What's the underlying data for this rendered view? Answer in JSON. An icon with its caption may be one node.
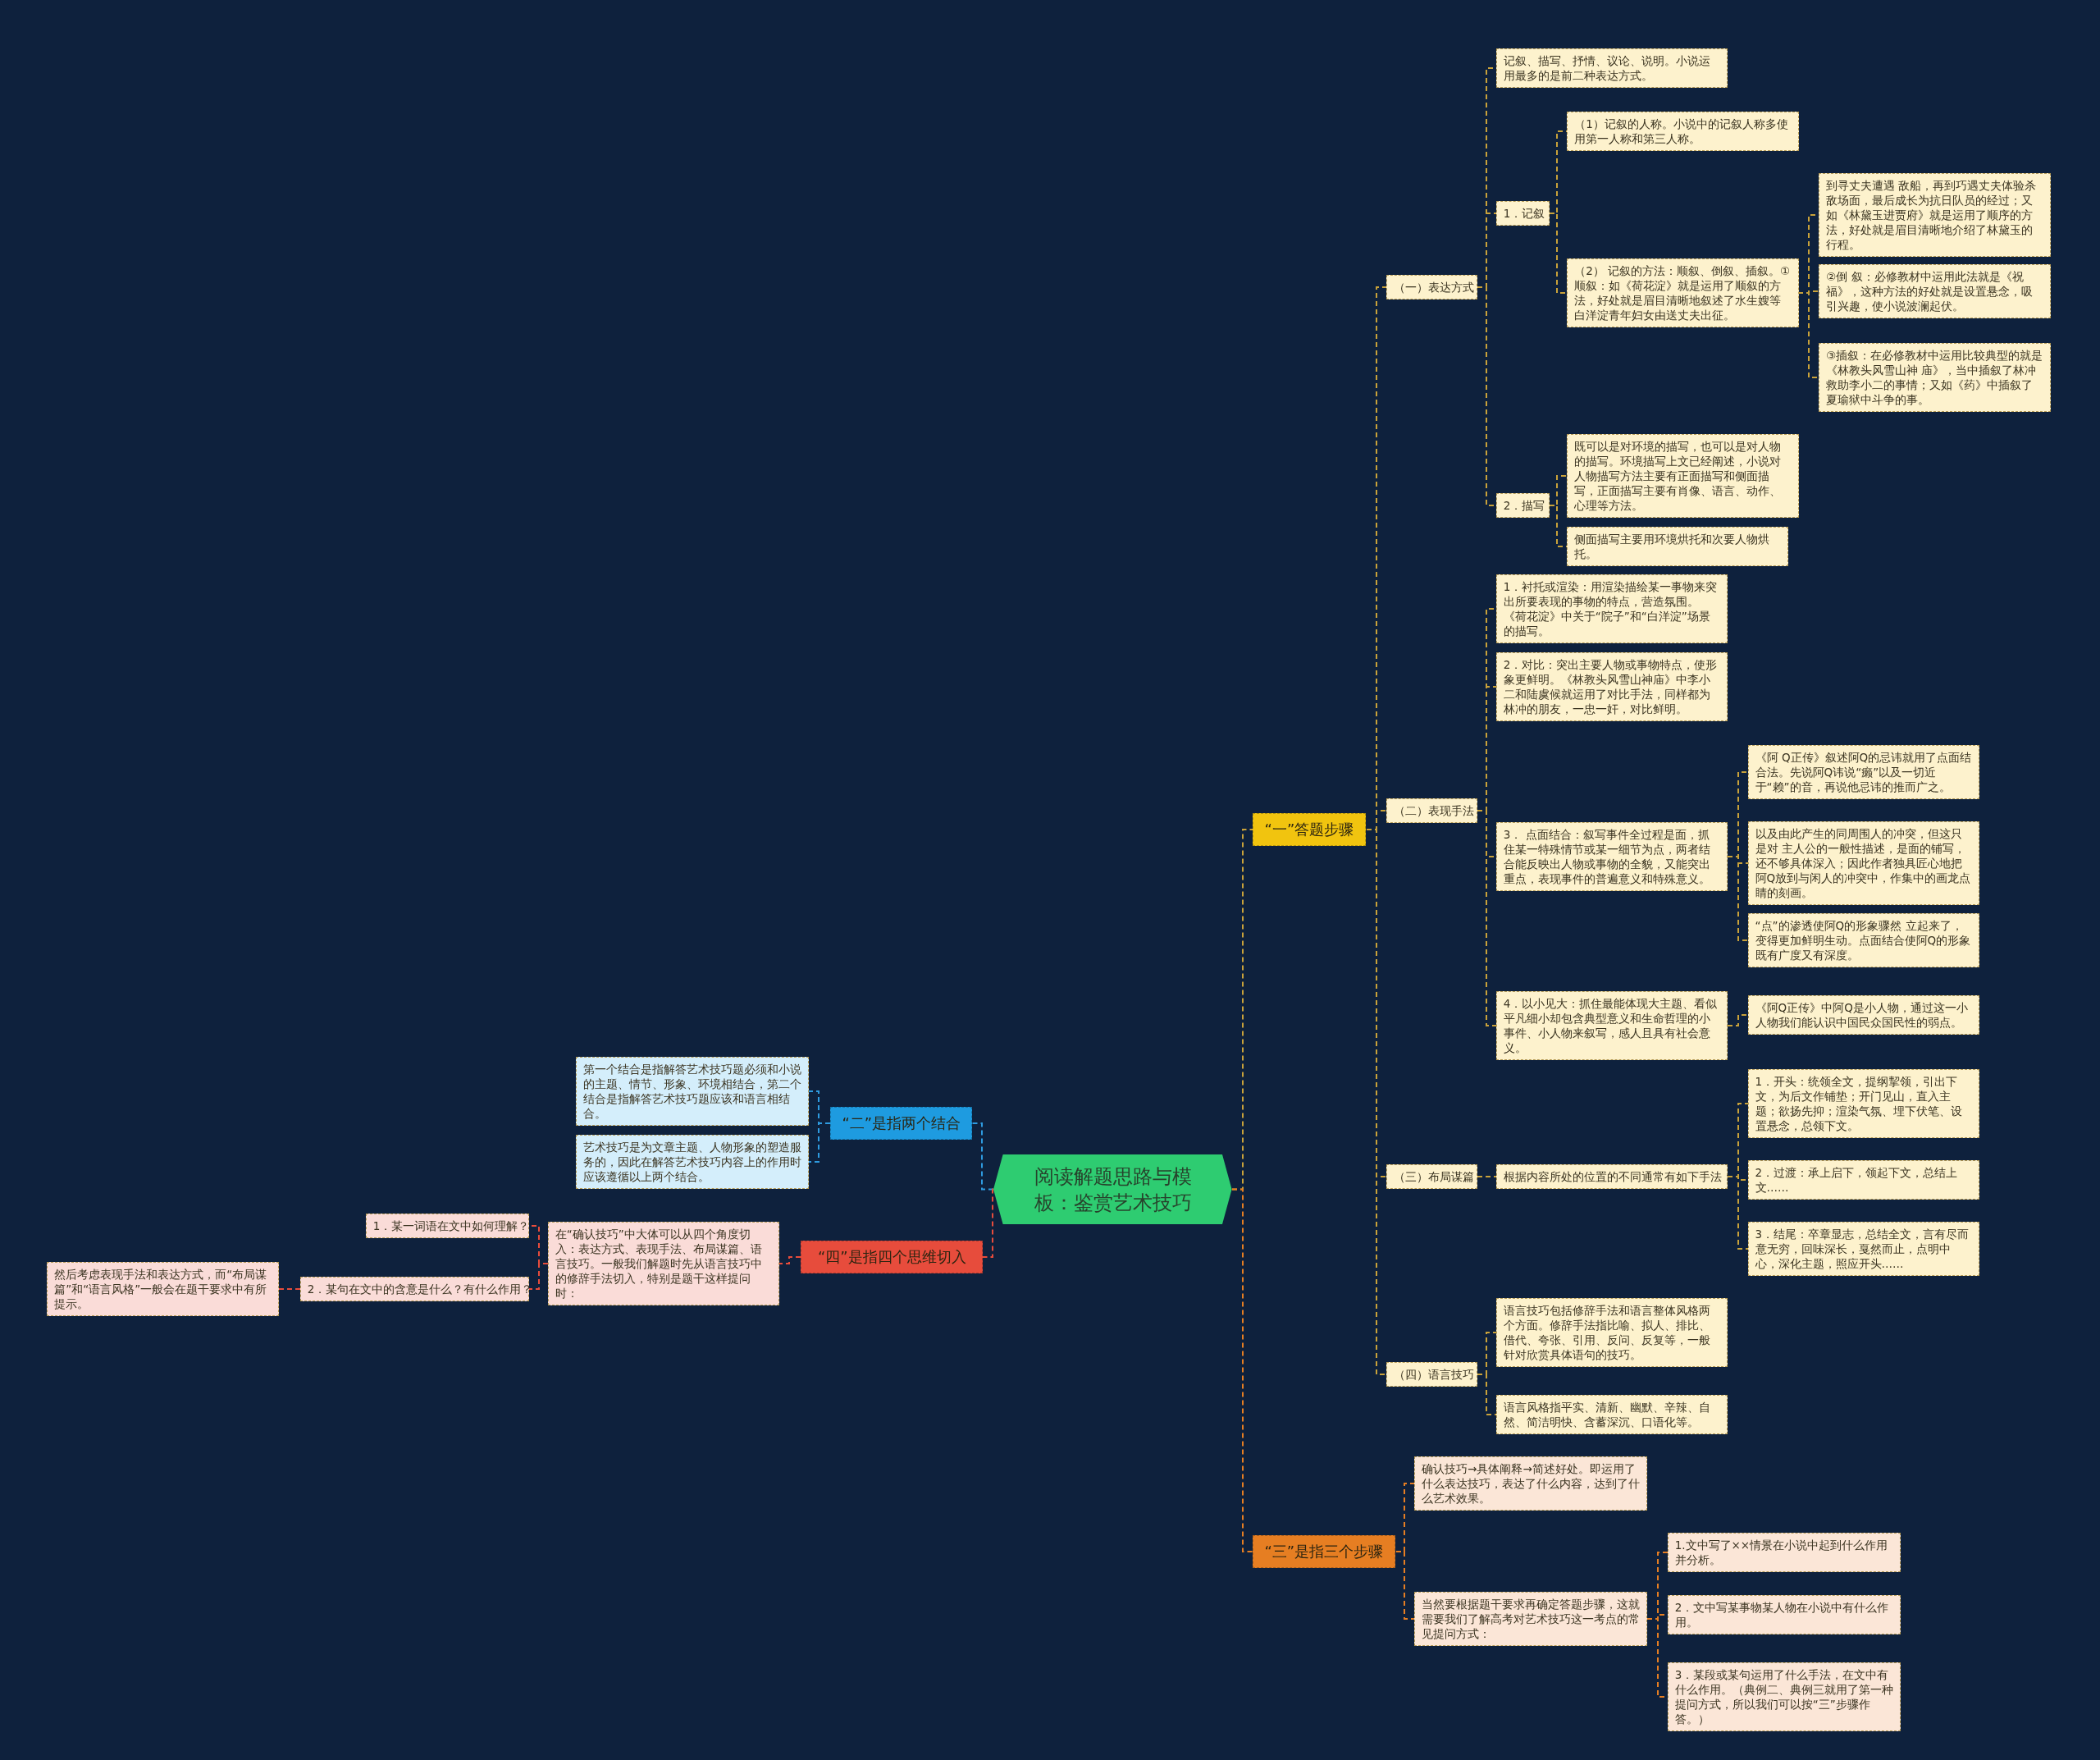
{
  "diagram": {
    "nodes": [
      {
        "text": [
          "阅读解题思路与模板：鉴赏艺术技巧"
        ]
      },
      {
        "text": [
          "“一”答题步骤"
        ]
      },
      {
        "text": [
          "（一）表达方式"
        ]
      },
      {
        "text": [
          "记叙、描写、抒情、议论、说明。小说运用最多的是前二种表达方式。"
        ]
      },
      {
        "text": [
          "1．记叙"
        ]
      },
      {
        "text": [
          "（1）记叙的人称。小说中的记叙人称多使用第一人称和第三人称。"
        ]
      },
      {
        "text": [
          "（2） 记叙的方法：顺叙、倒叙、插叙。①顺叙：如《荷花淀》就是运用了顺叙的方法，好处就是眉目清晰地叙述了水生嫂等白洋淀青年妇女由送丈夫出征。"
        ]
      },
      {
        "text": [
          "到寻丈夫遭遇 敌船，再到巧遇丈夫体验杀敌场面，最后成长为抗日队员的经过；又如《林黛玉进贾府》就是运用了顺序的方法，好处就是眉目清晰地介绍了林黛玉的行程。"
        ]
      },
      {
        "text": [
          "②倒 叙：必修教材中运用此法就是《祝福》，这种方法的好处就是设置悬念，吸引兴趣，使小说波澜起伏。"
        ]
      },
      {
        "text": [
          "③插叙：在必修教材中运用比较典型的就是《林教头风雪山神 庙》，当中插叙了林冲救助李小二的事情；又如《药》中插叙了夏瑜狱中斗争的事。"
        ]
      },
      {
        "text": [
          "2．描写"
        ]
      },
      {
        "text": [
          "既可以是对环境的描写，也可以是对人物的描写。环境描写上文已经阐述，小说对人物描写方法主要有正面描写和侧面描写，正面描写主要有肖像、语言、动作、心理等方法。"
        ]
      },
      {
        "text": [
          "侧面描写主要用环境烘托和次要人物烘托。"
        ]
      },
      {
        "text": [
          "（二）表现手法"
        ]
      },
      {
        "text": [
          "1．衬托或渲染：用渲染描绘某一事物来突出所要表现的事物的特点，营造氛围。《荷花淀》中关于“院子”和“白洋淀”场景的描写。"
        ]
      },
      {
        "text": [
          "2．对比：突出主要人物或事物特点，使形象更鲜明。《林教头风雪山神庙》中李小二和陆虞候就运用了对比手法，同样都为林冲的朋友，一忠一奸，对比鲜明。"
        ]
      },
      {
        "text": [
          "3． 点面结合：叙写事件全过程是面，抓住某一特殊情节或某一细节为点，两者结合能反映出人物或事物的全貌，又能突出重点，表现事件的普遍意义和特殊意义。"
        ]
      },
      {
        "text": [
          "《阿 Q正传》叙述阿Q的忌讳就用了点面结合法。先说阿Q讳说“癞”以及一切近于“赖”的音，再说他忌讳的推而广之。"
        ]
      },
      {
        "text": [
          "以及由此产生的同周围人的冲突，但这只是对 主人公的一般性描述，是面的铺写，还不够具体深入；因此作者独具匠心地把阿Q放到与闲人的冲突中，作集中的画龙点睛的刻画。"
        ]
      },
      {
        "text": [
          "“点”的渗透使阿Q的形象骤然 立起来了，变得更加鲜明生动。点面结合使阿Q的形象既有广度又有深度。"
        ]
      },
      {
        "text": [
          "4．以小见大：抓住最能体现大主题、看似平凡细小却包含典型意义和生命哲理的小事件、小人物来叙写，感人且具有社会意义。"
        ]
      },
      {
        "text": [
          "《阿Q正传》中阿Q是小人物，通过这一小人物我们能认识中国民众国民性的弱点。"
        ]
      },
      {
        "text": [
          "（三）布局谋篇"
        ]
      },
      {
        "text": [
          "根据内容所处的位置的不同通常有如下手法："
        ]
      },
      {
        "text": [
          "1．开头：统领全文，提纲挈领，引出下文，为后文作铺垫；开门见山，直入主题；欲扬先抑；渲染气氛、埋下伏笔、设置悬念，总领下文。"
        ]
      },
      {
        "text": [
          "2．过渡：承上启下，领起下文，总结上文……"
        ]
      },
      {
        "text": [
          "3．结尾：卒章显志，总结全文，言有尽而意无穷，回味深长，戛然而止，点明中心，深化主题，照应开头……"
        ]
      },
      {
        "text": [
          "（四）语言技巧"
        ]
      },
      {
        "text": [
          "语言技巧包括修辞手法和语言整体风格两个方面。修辞手法指比喻、拟人、排比、借代、夸张、引用、反问、反复等，一般针对欣赏具体语句的技巧。"
        ]
      },
      {
        "text": [
          "语言风格指平实、清新、幽默、辛辣、自然、简洁明快、含蓄深沉、口语化等。"
        ]
      },
      {
        "text": [
          "“三”是指三个步骤"
        ]
      },
      {
        "text": [
          "确认技巧→具体阐释→简述好处。即运用了什么表达技巧，表达了什么内容，达到了什么艺术效果。"
        ]
      },
      {
        "text": [
          "当然要根据题干要求再确定答题步骤，这就需要我们了解高考对艺术技巧这一考点的常见提问方式："
        ]
      },
      {
        "text": [
          "1.文中写了××情景在小说中起到什么作用并分析。"
        ]
      },
      {
        "text": [
          "2．文中写某事物某人物在小说中有什么作用。"
        ]
      },
      {
        "text": [
          "3．某段或某句运用了什么手法，在文中有什么作用。（典例二、典例三就用了第一种提问方式，所以我们可以按“三”步骤作答。）"
        ]
      },
      {
        "text": [
          "“二”是指两个结合"
        ]
      },
      {
        "text": [
          "第一个结合是指解答艺术技巧题必须和小说的主题、情节、形象、环境相结合，第二个结合是指解答艺术技巧题应该和语言相结合。"
        ]
      },
      {
        "text": [
          "艺术技巧是为文章主题、人物形象的塑造服务的，因此在解答艺术技巧内容上的作用时应该遵循以上两个结合。"
        ]
      },
      {
        "text": [
          "“四”是指四个思维切入"
        ]
      },
      {
        "text": [
          "在“确认技巧”中大体可以从四个角度切入：表达方式、表现手法、布局谋篇、语言技巧。一般我们解题时先从语言技巧中的修辞手法切入，特别是题干这样提问时："
        ]
      },
      {
        "text": [
          "1．某一词语在文中如何理解？"
        ]
      },
      {
        "text": [
          "2．某句在文中的含意是什么？有什么作用？"
        ]
      },
      {
        "text": [
          "然后考虑表现手法和表达方式，而“布局谋篇”和“语言风格”一般会在题干要求中有所提示。"
        ]
      }
    ],
    "edges": [
      {
        "from": 0,
        "to": 1,
        "arrow": "none",
        "style": "dashed"
      },
      {
        "from": 1,
        "to": 2,
        "arrow": "none",
        "style": "dashed"
      },
      {
        "from": 2,
        "to": 3,
        "arrow": "none",
        "style": "dashed"
      },
      {
        "from": 2,
        "to": 4,
        "arrow": "none",
        "style": "dashed"
      },
      {
        "from": 4,
        "to": 5,
        "arrow": "none",
        "style": "dashed"
      },
      {
        "from": 4,
        "to": 6,
        "arrow": "none",
        "style": "dashed"
      },
      {
        "from": 6,
        "to": 7,
        "arrow": "none",
        "style": "dashed"
      },
      {
        "from": 6,
        "to": 8,
        "arrow": "none",
        "style": "dashed"
      },
      {
        "from": 6,
        "to": 9,
        "arrow": "none",
        "style": "dashed"
      },
      {
        "from": 2,
        "to": 10,
        "arrow": "none",
        "style": "dashed"
      },
      {
        "from": 10,
        "to": 11,
        "arrow": "none",
        "style": "dashed"
      },
      {
        "from": 10,
        "to": 12,
        "arrow": "none",
        "style": "dashed"
      },
      {
        "from": 1,
        "to": 13,
        "arrow": "none",
        "style": "dashed"
      },
      {
        "from": 13,
        "to": 14,
        "arrow": "none",
        "style": "dashed"
      },
      {
        "from": 13,
        "to": 15,
        "arrow": "none",
        "style": "dashed"
      },
      {
        "from": 13,
        "to": 16,
        "arrow": "none",
        "style": "dashed"
      },
      {
        "from": 16,
        "to": 17,
        "arrow": "none",
        "style": "dashed"
      },
      {
        "from": 16,
        "to": 18,
        "arrow": "none",
        "style": "dashed"
      },
      {
        "from": 16,
        "to": 19,
        "arrow": "none",
        "style": "dashed"
      },
      {
        "from": 13,
        "to": 20,
        "arrow": "none",
        "style": "dashed"
      },
      {
        "from": 20,
        "to": 21,
        "arrow": "none",
        "style": "dashed"
      },
      {
        "from": 1,
        "to": 22,
        "arrow": "none",
        "style": "dashed"
      },
      {
        "from": 22,
        "to": 23,
        "arrow": "none",
        "style": "dashed"
      },
      {
        "from": 23,
        "to": 24,
        "arrow": "none",
        "style": "dashed"
      },
      {
        "from": 23,
        "to": 25,
        "arrow": "none",
        "style": "dashed"
      },
      {
        "from": 23,
        "to": 26,
        "arrow": "none",
        "style": "dashed"
      },
      {
        "from": 1,
        "to": 27,
        "arrow": "none",
        "style": "dashed"
      },
      {
        "from": 27,
        "to": 28,
        "arrow": "none",
        "style": "dashed"
      },
      {
        "from": 27,
        "to": 29,
        "arrow": "none",
        "style": "dashed"
      },
      {
        "from": 0,
        "to": 30,
        "arrow": "none",
        "style": "dashed",
        "color": "#e67e22"
      },
      {
        "from": 30,
        "to": 31,
        "arrow": "none",
        "style": "dashed",
        "color": "#e67e22"
      },
      {
        "from": 30,
        "to": 32,
        "arrow": "none",
        "style": "dashed",
        "color": "#e67e22"
      },
      {
        "from": 32,
        "to": 33,
        "arrow": "none",
        "style": "dashed",
        "color": "#e67e22"
      },
      {
        "from": 32,
        "to": 34,
        "arrow": "none",
        "style": "dashed",
        "color": "#e67e22"
      },
      {
        "from": 32,
        "to": 35,
        "arrow": "none",
        "style": "dashed",
        "color": "#e67e22"
      },
      {
        "from": 0,
        "to": 36,
        "arrow": "none",
        "style": "dashed",
        "color": "#2e9be0"
      },
      {
        "from": 36,
        "to": 37,
        "arrow": "none",
        "style": "dashed",
        "color": "#2e9be0"
      },
      {
        "from": 36,
        "to": 38,
        "arrow": "none",
        "style": "dashed",
        "color": "#2e9be0"
      },
      {
        "from": 0,
        "to": 39,
        "arrow": "none",
        "style": "dashed",
        "color": "#e74c3c"
      },
      {
        "from": 39,
        "to": 40,
        "arrow": "none",
        "style": "dashed",
        "color": "#e74c3c"
      },
      {
        "from": 40,
        "to": 41,
        "arrow": "none",
        "style": "dashed",
        "color": "#e74c3c"
      },
      {
        "from": 40,
        "to": 42,
        "arrow": "none",
        "style": "dashed",
        "color": "#e74c3c"
      },
      {
        "from": 42,
        "to": 43,
        "arrow": "none",
        "style": "dashed",
        "color": "#e74c3c"
      }
    ]
  }
}
